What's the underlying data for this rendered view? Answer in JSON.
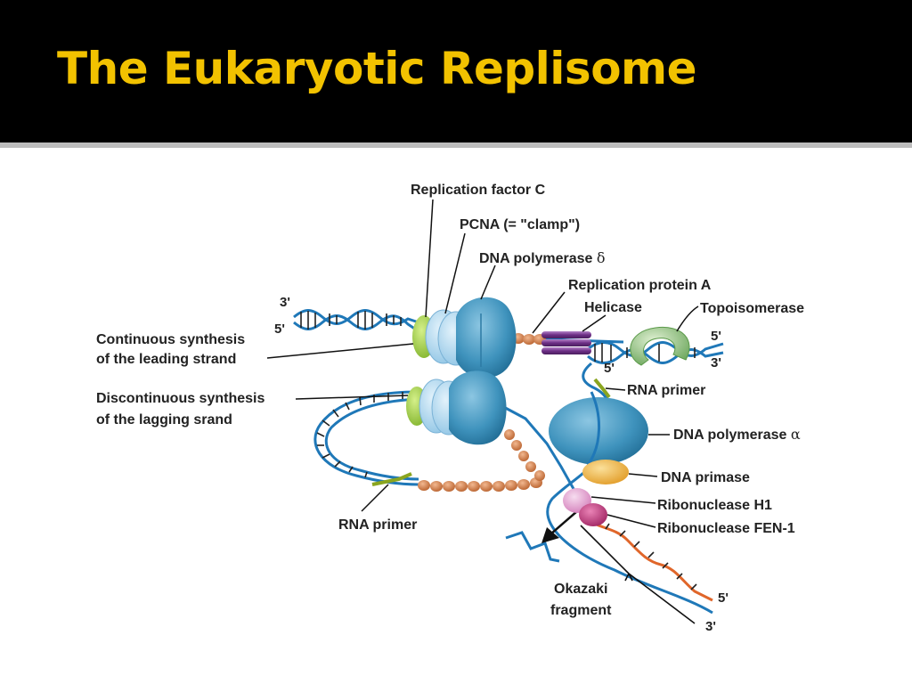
{
  "slide": {
    "title": "The Eukaryotic Replisome"
  },
  "diagram": {
    "labels": {
      "replication_factor_c": "Replication factor C",
      "pcna": "PCNA (= \"clamp\")",
      "dna_pol_delta_text": "DNA polymerase ",
      "dna_pol_delta_symbol": "δ",
      "replication_protein_a": "Replication protein A",
      "helicase": "Helicase",
      "topoisomerase": "Topoisomerase",
      "leading_line1": "Continuous synthesis",
      "leading_line2": "of the leading strand",
      "lagging_line1": "Discontinuous synthesis",
      "lagging_line2": "of the lagging srand",
      "rna_primer_right": "RNA primer",
      "dna_pol_alpha_text": "DNA polymerase ",
      "dna_pol_alpha_symbol": "α",
      "dna_primase": "DNA primase",
      "ribonuclease_h1": "Ribonuclease H1",
      "ribonuclease_fen1": "Ribonuclease FEN-1",
      "rna_primer_left": "RNA primer",
      "okazaki_line1": "Okazaki",
      "okazaki_line2": "fragment"
    },
    "ends": {
      "top_left_3": "3'",
      "top_left_5": "5'",
      "right_5": "5'",
      "right_3": "3'",
      "fork_5": "5'",
      "bottom_5": "5'",
      "bottom_3": "3'"
    },
    "colors": {
      "strand_blue": "#1f78b8",
      "new_strand_orange": "#e0662a",
      "polymerase_blue": "#3f93bd",
      "clamp_lightblue": "#a9d4ee",
      "rfc_green": "#9ccc3c",
      "rpa_orange": "#d9844a",
      "helicase_purple": "#7a3f93",
      "topoisomerase_green": "#8bc07a",
      "primase_yellow": "#f0b43c",
      "rnase_h1_pink": "#e6a6d6",
      "fen1_magenta": "#c2387e",
      "title_gold": "#f2c200"
    }
  }
}
